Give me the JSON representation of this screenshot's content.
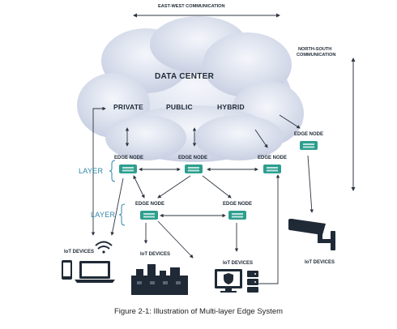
{
  "diagram": {
    "east_west": "EAST-WEST COMMUNICATION",
    "north_south_line1": "NORTH-SOUTH",
    "north_south_line2": "COMMUNICATION",
    "data_center": "DATA CENTER",
    "cloud_types": [
      "PRIVATE",
      "PUBLIC",
      "HYBRID"
    ],
    "edge_node_label": "EDGE NODE",
    "layer_label": "LAYER",
    "iot_label": "IoT DEVICES",
    "caption": "Figure 2-1: Illustration of Multi-layer Edge System"
  },
  "colors": {
    "cloud": "#cfd6e6",
    "line": "#2d3440",
    "node": "#2f9e8f",
    "layer_text": "#2e86a8"
  }
}
